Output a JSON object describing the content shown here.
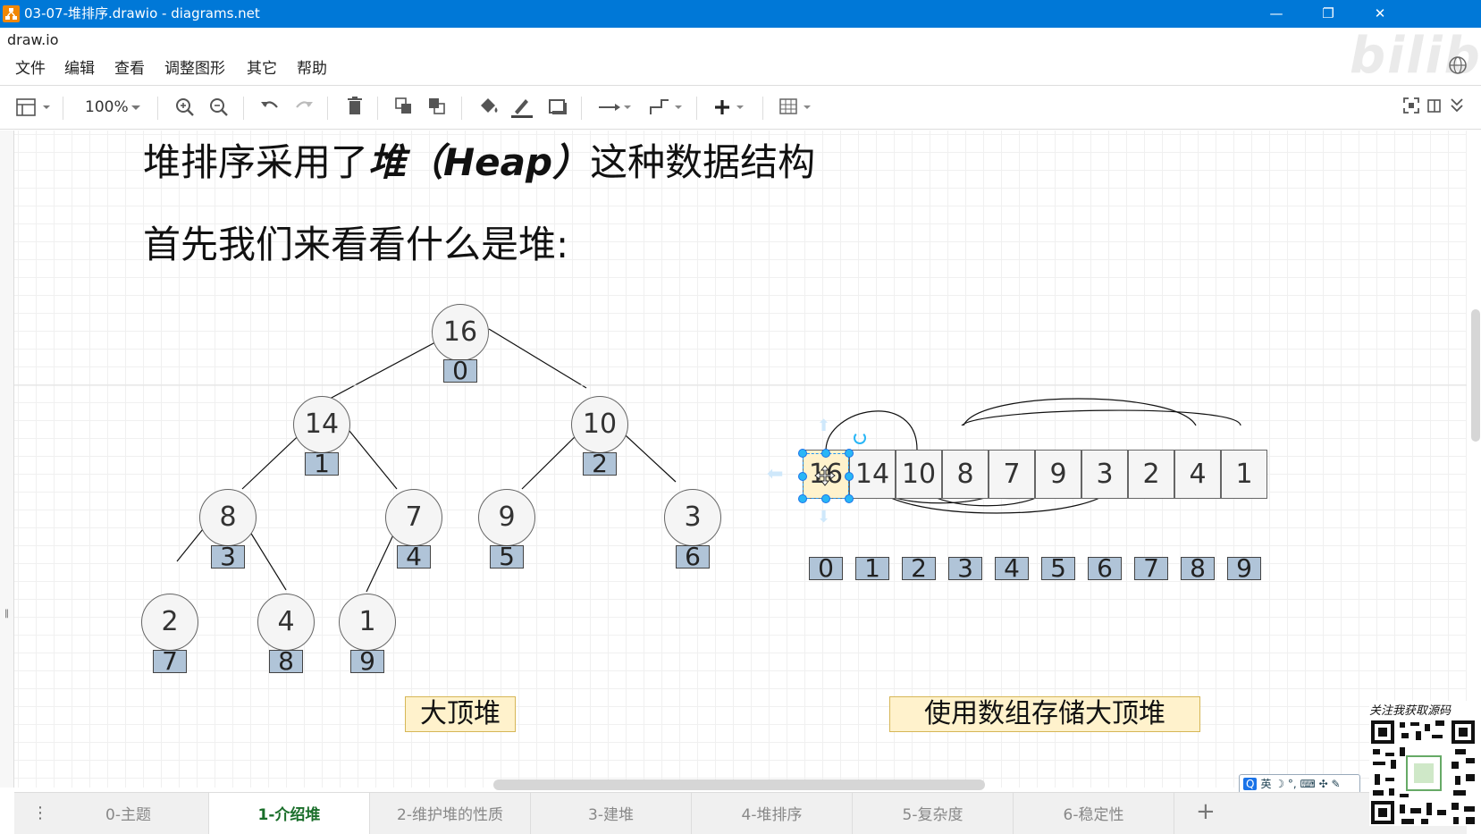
{
  "window": {
    "title": "03-07-堆排序.drawio - diagrams.net",
    "app_name": "draw.io",
    "minimize": "—",
    "restore": "❐",
    "close": "✕"
  },
  "menu": [
    "文件",
    "编辑",
    "查看",
    "调整图形",
    "其它",
    "帮助"
  ],
  "watermark": "bilibili",
  "toolbar": {
    "zoom": "100%",
    "icons": [
      "format-panel-icon",
      "zoom-in-icon",
      "zoom-out-icon",
      "undo-icon",
      "redo-icon",
      "delete-icon",
      "to-front-icon",
      "to-back-icon",
      "fill-color-icon",
      "line-color-icon",
      "shadow-icon",
      "connection-icon",
      "waypoints-icon",
      "insert-icon",
      "table-icon",
      "fullscreen-icon",
      "format-toggle-icon",
      "collapse-icon"
    ]
  },
  "canvas": {
    "heading_prefix": "堆排序采用了",
    "heading_bold": "堆（Heap）",
    "heading_suffix": "这种数据结构",
    "subheading": "首先我们来看看什么是堆:",
    "tree_nodes": [
      {
        "value": "16",
        "index": "0"
      },
      {
        "value": "14",
        "index": "1"
      },
      {
        "value": "10",
        "index": "2"
      },
      {
        "value": "8",
        "index": "3"
      },
      {
        "value": "7",
        "index": "4"
      },
      {
        "value": "9",
        "index": "5"
      },
      {
        "value": "3",
        "index": "6"
      },
      {
        "value": "2",
        "index": "7"
      },
      {
        "value": "4",
        "index": "8"
      },
      {
        "value": "1",
        "index": "9"
      }
    ],
    "array_values": [
      "16",
      "14",
      "10",
      "8",
      "7",
      "9",
      "3",
      "2",
      "4",
      "1"
    ],
    "array_indices": [
      "0",
      "1",
      "2",
      "3",
      "4",
      "5",
      "6",
      "7",
      "8",
      "9"
    ],
    "label_left": "大顶堆",
    "label_right": "使用数组存储大顶堆"
  },
  "tabs": [
    "0-主题",
    "1-介绍堆",
    "2-维护堆的性质",
    "3-建堆",
    "4-堆排序",
    "5-复杂度",
    "6-稳定性"
  ],
  "active_tab": "1-介绍堆",
  "tab_add": "+",
  "ime_bar": "英 ☽ °, ⌨ ✣ ✎",
  "overlay_caption": "关注我获取源码",
  "colors": {
    "titlebar": "#0078d7",
    "index_box": "#b0c4d8",
    "label_fill": "#fff2cc",
    "active_tab": "#1a6e2a",
    "selection": "#29b6f6"
  }
}
